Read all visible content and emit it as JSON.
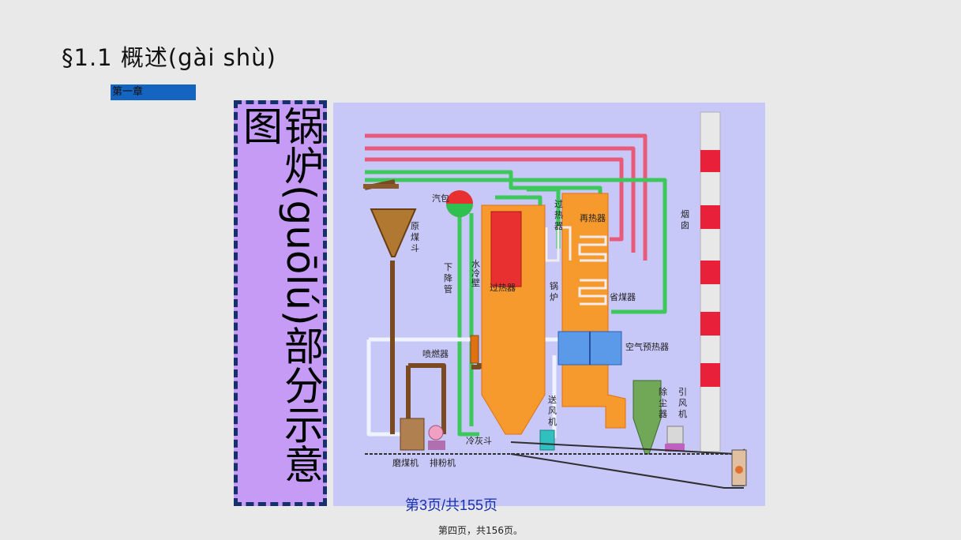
{
  "slide": {
    "title": "§1.1  概述(gài shù)",
    "chapter_tag": "第一章",
    "vertical_title_col1": "图",
    "vertical_title_col2": "锅炉(guōlú)部分示意",
    "page_indicator": "第3页/共155页",
    "footer": "第四页，共156页。"
  },
  "diagram_labels": {
    "drum": "汽包",
    "coal_hopper": "原煤斗",
    "downcomer": "下降管",
    "water_wall": "水冷壁",
    "superheater_top": "过热器",
    "superheater": "过热器",
    "reheater": "再热器",
    "boiler": "锅炉",
    "economizer": "省煤器",
    "chimney": "烟囱",
    "burner": "喷燃器",
    "air_preheater": "空气预热器",
    "fan": "送风机",
    "dust_collector": "除尘器",
    "induced_fan": "引风机",
    "ash_hopper": "冷灰斗",
    "coal_mill": "磨煤机",
    "exhauster": "排粉机"
  },
  "colors": {
    "background": "#e9e9e9",
    "chapter_bar": "#1464c0",
    "title_panel": "#c59bf5",
    "title_panel_border": "#16306a",
    "diagram_bg": "#c7c8f7",
    "furnace": "#f79a2e",
    "pipe_red": "#e85a7a",
    "pipe_green": "#3cc85a",
    "pipe_light_blue": "#e8f0ff",
    "chimney_red": "#e8203a"
  }
}
